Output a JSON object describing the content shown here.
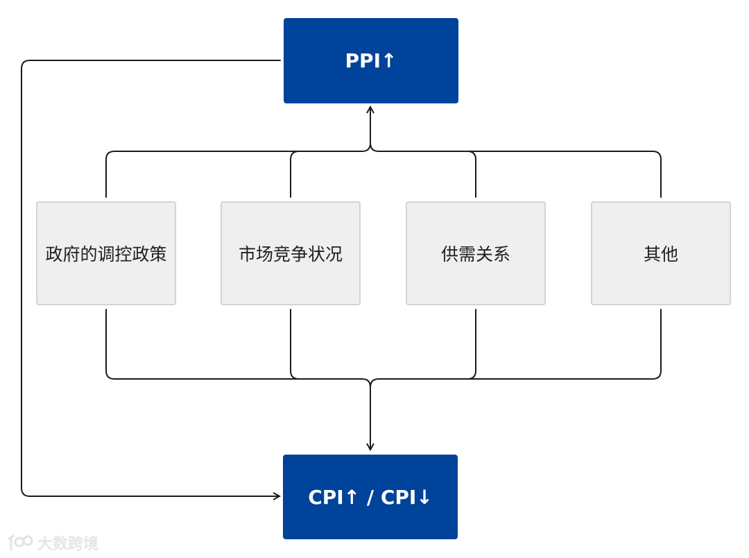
{
  "nodes": {
    "ppi": {
      "label": "PPI↑"
    },
    "cpi": {
      "label": "CPI↑ / CPI↓"
    }
  },
  "factors": [
    {
      "label": "政府的调控政策"
    },
    {
      "label": "市场竞争状况"
    },
    {
      "label": "供需关系"
    },
    {
      "label": "其他"
    }
  ],
  "watermark": {
    "text": "大数跨境"
  },
  "colors": {
    "primary_box": "#00439b",
    "factor_box": "#efefef",
    "factor_border": "#d4d4d4",
    "connector": "#1a1a1a"
  }
}
